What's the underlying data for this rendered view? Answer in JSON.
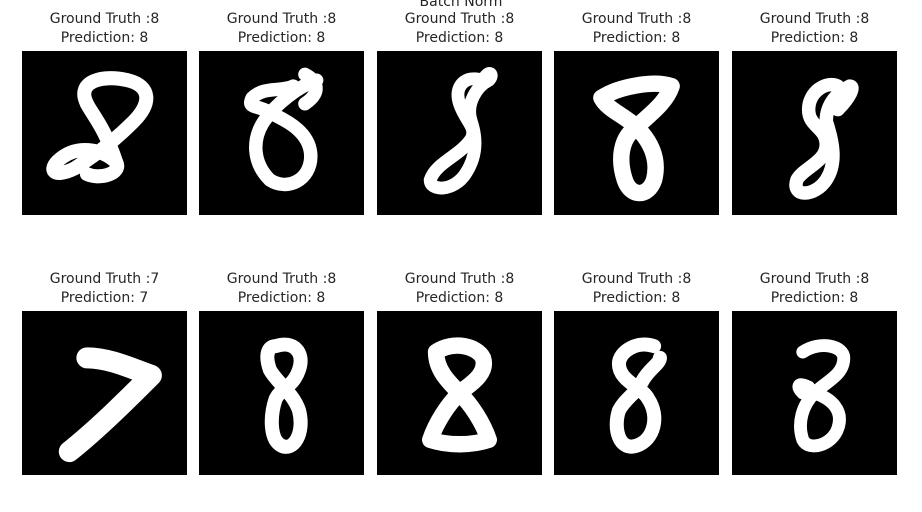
{
  "figure": {
    "title": "Batch Norm",
    "panels": [
      {
        "ground_truth_label": "Ground Truth :8",
        "prediction_label": "Prediction: 8",
        "digit": "8"
      },
      {
        "ground_truth_label": "Ground Truth :8",
        "prediction_label": "Prediction: 8",
        "digit": "8"
      },
      {
        "ground_truth_label": "Ground Truth :8",
        "prediction_label": "Prediction: 8",
        "digit": "8"
      },
      {
        "ground_truth_label": "Ground Truth :8",
        "prediction_label": "Prediction: 8",
        "digit": "8"
      },
      {
        "ground_truth_label": "Ground Truth :8",
        "prediction_label": "Prediction: 8",
        "digit": "8"
      },
      {
        "ground_truth_label": "Ground Truth :7",
        "prediction_label": "Prediction: 7",
        "digit": "7"
      },
      {
        "ground_truth_label": "Ground Truth :8",
        "prediction_label": "Prediction: 8",
        "digit": "8"
      },
      {
        "ground_truth_label": "Ground Truth :8",
        "prediction_label": "Prediction: 8",
        "digit": "8"
      },
      {
        "ground_truth_label": "Ground Truth :8",
        "prediction_label": "Prediction: 8",
        "digit": "8"
      },
      {
        "ground_truth_label": "Ground Truth :8",
        "prediction_label": "Prediction: 8",
        "digit": "8"
      }
    ]
  }
}
